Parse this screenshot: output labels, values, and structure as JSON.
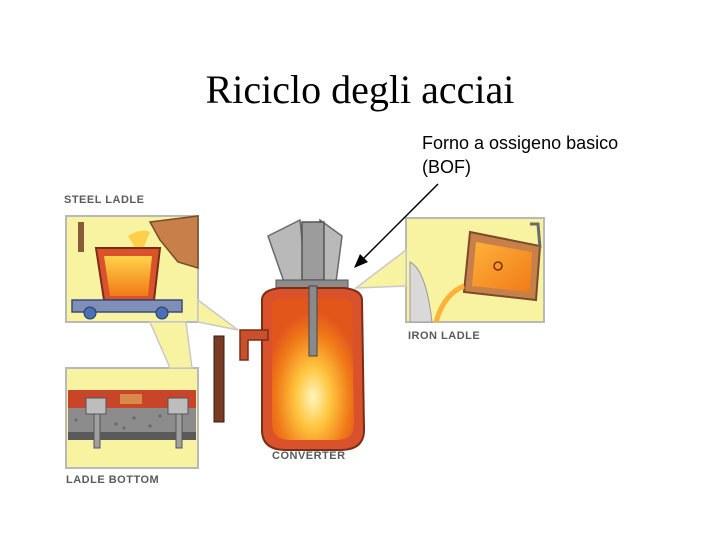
{
  "title": "Riciclo degli acciai",
  "callout": {
    "line1": "Forno a ossigeno basico",
    "line2": "(BOF)"
  },
  "labels": {
    "steel_ladle": "STEEL LADLE",
    "iron_ladle": "IRON LADLE",
    "converter": "CONVERTER",
    "ladle_bottom": "LADLE BOTTOM"
  },
  "colors": {
    "molten": "#f07a18",
    "hot_core": "#ffd24a",
    "brick": "#d9522b",
    "steel_gray": "#9c9c9c",
    "highlight_yellow": "#f7f07a",
    "machine_blue": "#4a6fb5"
  }
}
